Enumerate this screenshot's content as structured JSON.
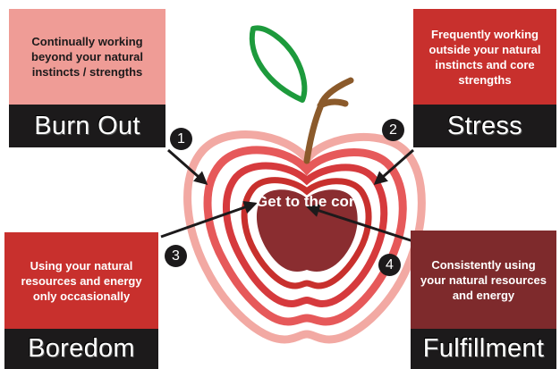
{
  "quadrants": [
    {
      "number": "1",
      "label": "Burn Out",
      "description": "Continually working beyond your natural instincts / strengths",
      "color": "#ef9c96",
      "text_color": "#1c1a1b"
    },
    {
      "number": "2",
      "label": "Stress",
      "description": "Frequently working outside your natural instincts and core strengths",
      "color": "#c8302d",
      "text_color": "#ffffff"
    },
    {
      "number": "3",
      "label": "Boredom",
      "description": "Using your natural resources and energy only occasionally",
      "color": "#c8302d",
      "text_color": "#ffffff"
    },
    {
      "number": "4",
      "label": "Fulfillment",
      "description": "Consistently using your natural resources and energy",
      "color": "#7e2a2c",
      "text_color": "#ffffff"
    }
  ],
  "core_text": "Get to the core",
  "colors": {
    "leaf": "#1d9a3c",
    "stem": "#8b5a2b",
    "apple_light": "#f09a94",
    "apple_mid": "#e0474a",
    "apple_dark": "#c8302d",
    "core": "#8a2d30",
    "label_bg": "#1c1a1b"
  }
}
